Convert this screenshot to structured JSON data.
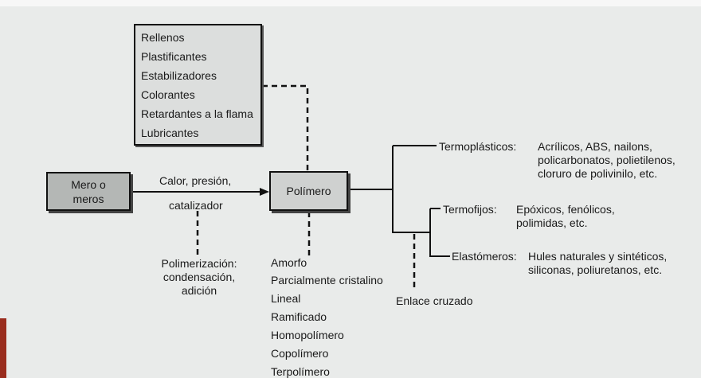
{
  "additives": [
    "Rellenos",
    "Plastificantes",
    "Estabilizadores",
    "Colorantes",
    "Retardantes a la flama",
    "Lubricantes"
  ],
  "monomer_box": {
    "line1": "Mero o",
    "line2": "meros"
  },
  "reaction": {
    "line1": "Calor, presión,",
    "line2": "catalizador"
  },
  "polymer_box": "Polímero",
  "polymerization": {
    "line1": "Polimerización:",
    "line2": "condensación,",
    "line3": "adición"
  },
  "structures": [
    "Amorfo",
    "Parcialmente cristalino",
    "Lineal",
    "Ramificado",
    "Homopolímero",
    "Copolímero",
    "Terpolímero"
  ],
  "crosslink": "Enlace cruzado",
  "classes": [
    {
      "name": "Termoplásticos:",
      "examples": [
        "Acrílicos, ABS, nailons,",
        "policarbonatos, polietilenos,",
        "cloruro de polivinilo, etc."
      ]
    },
    {
      "name": "Termofijos:",
      "examples": [
        "Epóxicos, fenólicos,",
        "polimidas, etc."
      ]
    },
    {
      "name": "Elastómeros:",
      "examples": [
        "Hules naturales y sintéticos,",
        "siliconas, poliuretanos, etc."
      ]
    }
  ]
}
